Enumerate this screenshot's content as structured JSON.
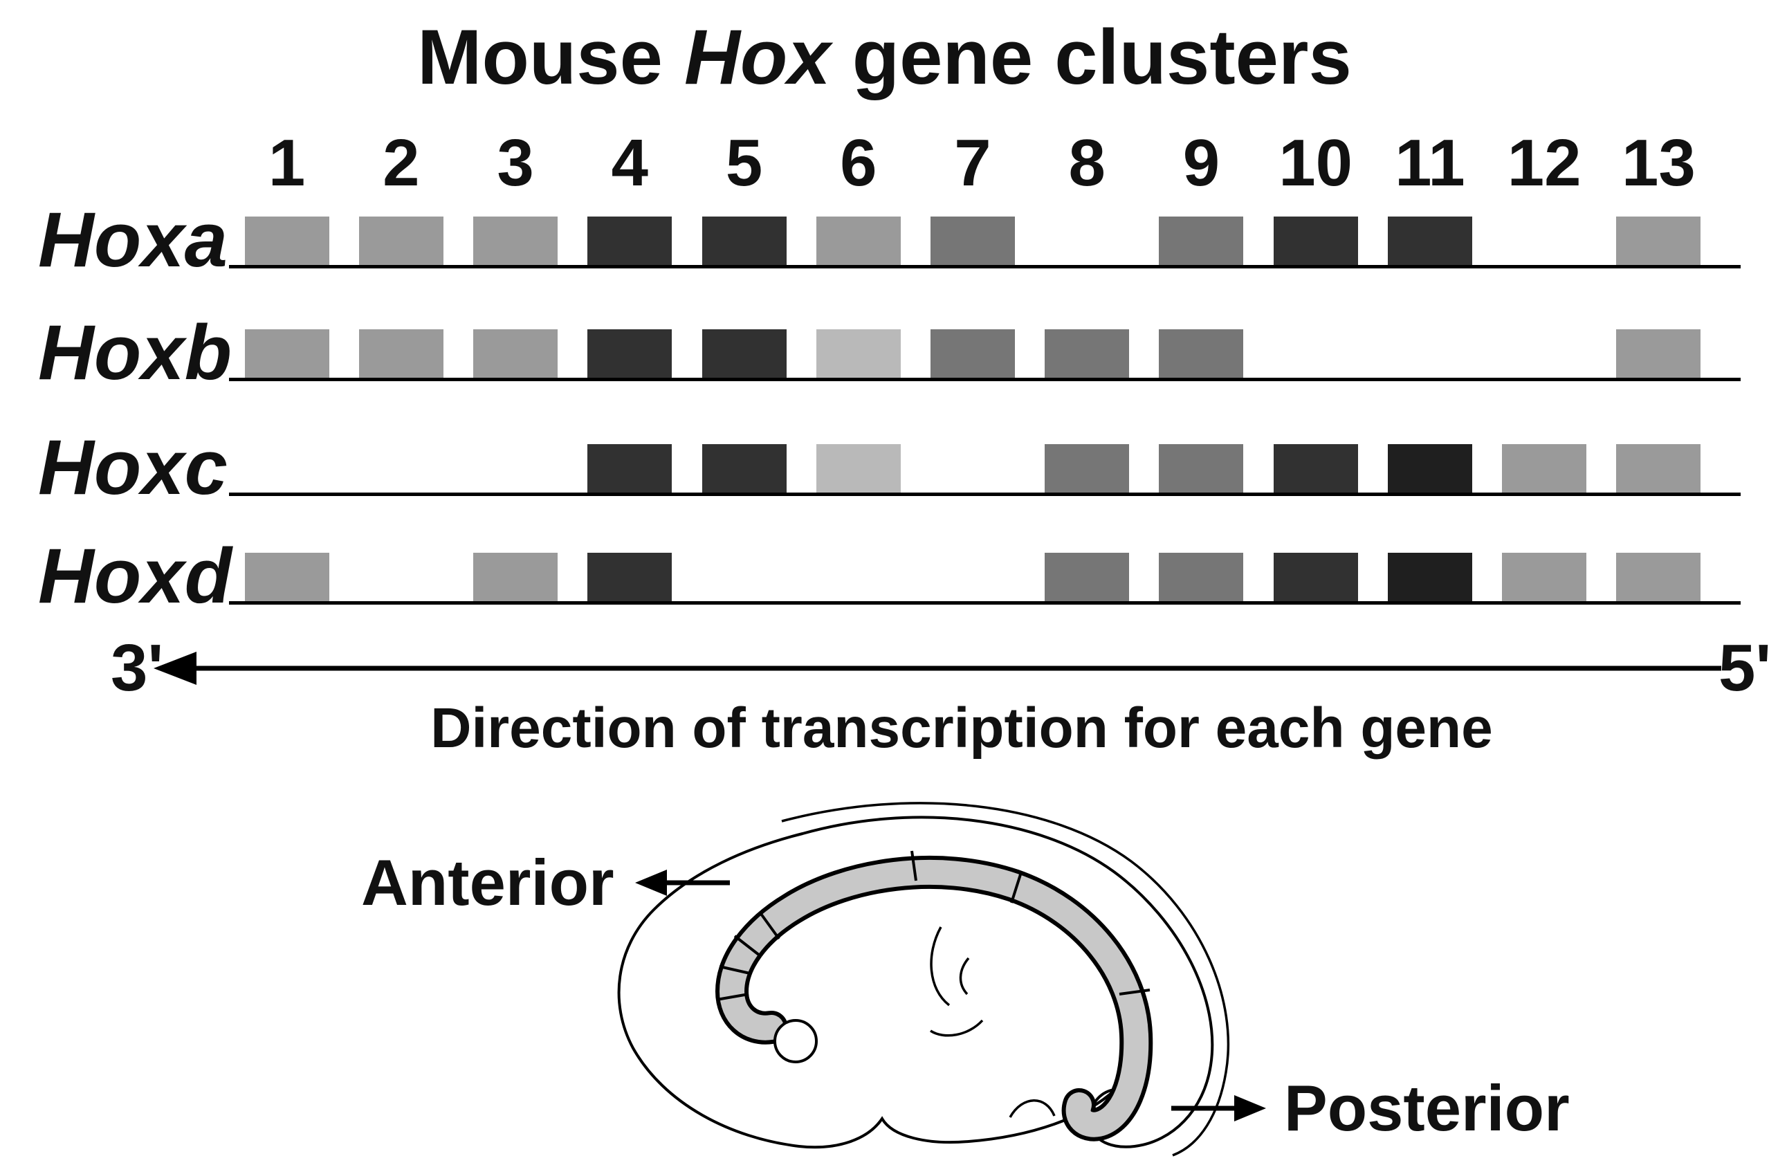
{
  "title": {
    "prefix": "Mouse ",
    "italic": "Hox",
    "suffix": " gene clusters"
  },
  "columns": [
    "1",
    "2",
    "3",
    "4",
    "5",
    "6",
    "7",
    "8",
    "9",
    "10",
    "11",
    "12",
    "13"
  ],
  "palette": {
    "light": "#b9b9b9",
    "medium": "#9a9a9a",
    "dim": "#767676",
    "dark": "#313131",
    "darkest": "#1f1f1f"
  },
  "clusters": [
    {
      "label": "Hoxa",
      "genes": [
        {
          "col": 1,
          "shade": "medium"
        },
        {
          "col": 2,
          "shade": "medium"
        },
        {
          "col": 3,
          "shade": "medium"
        },
        {
          "col": 4,
          "shade": "dark"
        },
        {
          "col": 5,
          "shade": "dark"
        },
        {
          "col": 6,
          "shade": "medium"
        },
        {
          "col": 7,
          "shade": "dim"
        },
        {
          "col": 9,
          "shade": "dim"
        },
        {
          "col": 10,
          "shade": "dark"
        },
        {
          "col": 11,
          "shade": "dark"
        },
        {
          "col": 13,
          "shade": "medium"
        }
      ]
    },
    {
      "label": "Hoxb",
      "genes": [
        {
          "col": 1,
          "shade": "medium"
        },
        {
          "col": 2,
          "shade": "medium"
        },
        {
          "col": 3,
          "shade": "medium"
        },
        {
          "col": 4,
          "shade": "dark"
        },
        {
          "col": 5,
          "shade": "dark"
        },
        {
          "col": 6,
          "shade": "light"
        },
        {
          "col": 7,
          "shade": "dim"
        },
        {
          "col": 8,
          "shade": "dim"
        },
        {
          "col": 9,
          "shade": "dim"
        },
        {
          "col": 13,
          "shade": "medium"
        }
      ]
    },
    {
      "label": "Hoxc",
      "genes": [
        {
          "col": 4,
          "shade": "dark"
        },
        {
          "col": 5,
          "shade": "dark"
        },
        {
          "col": 6,
          "shade": "light"
        },
        {
          "col": 8,
          "shade": "dim"
        },
        {
          "col": 9,
          "shade": "dim"
        },
        {
          "col": 10,
          "shade": "dark"
        },
        {
          "col": 11,
          "shade": "darkest"
        },
        {
          "col": 12,
          "shade": "medium"
        },
        {
          "col": 13,
          "shade": "medium"
        }
      ]
    },
    {
      "label": "Hoxd",
      "genes": [
        {
          "col": 1,
          "shade": "medium"
        },
        {
          "col": 3,
          "shade": "medium"
        },
        {
          "col": 4,
          "shade": "dark"
        },
        {
          "col": 8,
          "shade": "dim"
        },
        {
          "col": 9,
          "shade": "dim"
        },
        {
          "col": 10,
          "shade": "dark"
        },
        {
          "col": 11,
          "shade": "darkest"
        },
        {
          "col": 12,
          "shade": "medium"
        },
        {
          "col": 13,
          "shade": "medium"
        }
      ]
    }
  ],
  "axis": {
    "left": "3'",
    "right": "5'",
    "caption": "Direction of transcription for each gene"
  },
  "embryo": {
    "anterior_label": "Anterior",
    "posterior_label": "Posterior"
  }
}
